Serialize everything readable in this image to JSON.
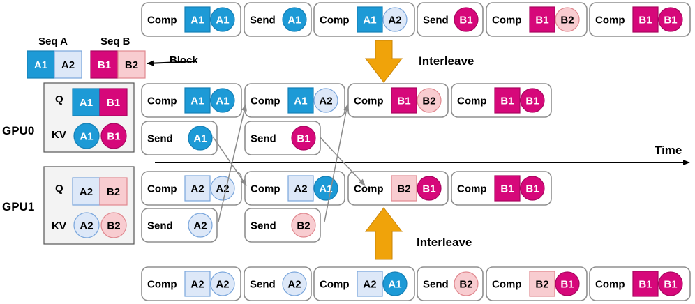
{
  "colors": {
    "a1": "#1d9ad6",
    "a2": "#dde8f8",
    "b1": "#d6087a",
    "b2": "#f8ccd0",
    "text_light": "#ffffff",
    "text_dark": "#000000",
    "arrow_orange": "#f0a30a"
  },
  "legend": {
    "seq_a_label": "Seq A",
    "seq_b_label": "Seq B",
    "block_label": "Block"
  },
  "labels": {
    "gpu0": "GPU0",
    "gpu1": "GPU1",
    "q": "Q",
    "kv": "KV",
    "time": "Time",
    "interleave_top": "Interleave",
    "interleave_bottom": "Interleave"
  },
  "ops": {
    "comp": "Comp",
    "send": "Send"
  },
  "blocks": {
    "a1": "A1",
    "a2": "A2",
    "b1": "B1",
    "b2": "B2"
  },
  "top_sequence": [
    {
      "op": "Comp",
      "q": "A1",
      "kv": "A1"
    },
    {
      "op": "Send",
      "kv": "A1"
    },
    {
      "op": "Comp",
      "q": "A1",
      "kv": "A2"
    },
    {
      "op": "Send",
      "kv": "B1"
    },
    {
      "op": "Comp",
      "q": "B1",
      "kv": "B2"
    },
    {
      "op": "Comp",
      "q": "B1",
      "kv": "B1"
    }
  ],
  "bottom_sequence": [
    {
      "op": "Comp",
      "q": "A2",
      "kv": "A2"
    },
    {
      "op": "Send",
      "kv": "A2"
    },
    {
      "op": "Comp",
      "q": "A2",
      "kv": "A1"
    },
    {
      "op": "Send",
      "kv": "B2"
    },
    {
      "op": "Comp",
      "q": "B2",
      "kv": "B1"
    },
    {
      "op": "Comp",
      "q": "B1",
      "kv": "B1"
    }
  ],
  "gpu0_timeline": [
    {
      "op": "Comp",
      "q": "A1",
      "kv": "A1"
    },
    {
      "op": "Comp",
      "q": "A1",
      "kv": "A2"
    },
    {
      "op": "Comp",
      "q": "B1",
      "kv": "B2"
    },
    {
      "op": "Comp",
      "q": "B1",
      "kv": "B1"
    }
  ],
  "gpu0_sends": [
    {
      "op": "Send",
      "kv": "A1"
    },
    {
      "op": "Send",
      "kv": "B1"
    }
  ],
  "gpu1_timeline": [
    {
      "op": "Comp",
      "q": "A2",
      "kv": "A2"
    },
    {
      "op": "Comp",
      "q": "A2",
      "kv": "A1"
    },
    {
      "op": "Comp",
      "q": "B2",
      "kv": "B1"
    },
    {
      "op": "Comp",
      "q": "B1",
      "kv": "B1"
    }
  ],
  "gpu1_sends": [
    {
      "op": "Send",
      "kv": "A2"
    },
    {
      "op": "Send",
      "kv": "B2"
    }
  ]
}
